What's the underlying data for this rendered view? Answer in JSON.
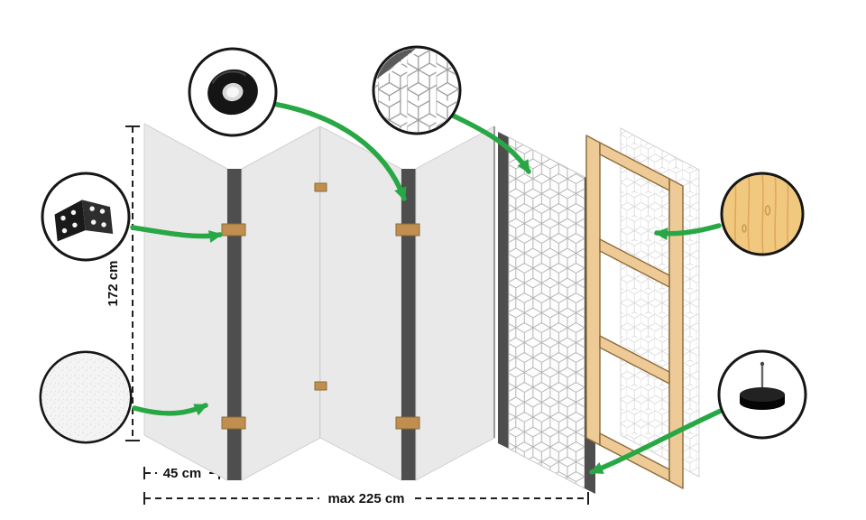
{
  "diagram": {
    "type": "room-divider-construction-diagram",
    "panel_count": 5,
    "labels": {
      "height": "172 cm",
      "panel_width": "45 cm",
      "max_width": "max 225 cm"
    },
    "callouts": [
      {
        "name": "hinge",
        "icon": "hinge-icon"
      },
      {
        "name": "fleece",
        "icon": "fleece-texture-icon"
      },
      {
        "name": "tape",
        "icon": "tape-roll-icon"
      },
      {
        "name": "pattern",
        "icon": "pattern-texture-icon"
      },
      {
        "name": "wood",
        "icon": "wood-texture-icon"
      },
      {
        "name": "foot",
        "icon": "felt-foot-icon"
      }
    ]
  },
  "colors": {
    "accent-green": "#28a745",
    "panel-fill": "#e9e9e9",
    "panel-edge": "#4e4e4e",
    "hinge-gold": "#c08f4f",
    "wood-fill": "#eecb96",
    "wood-stroke": "#8f6f3f",
    "pattern-line": "#b5b5b5",
    "pattern-line-faint": "#dadada",
    "text": "#111111"
  }
}
